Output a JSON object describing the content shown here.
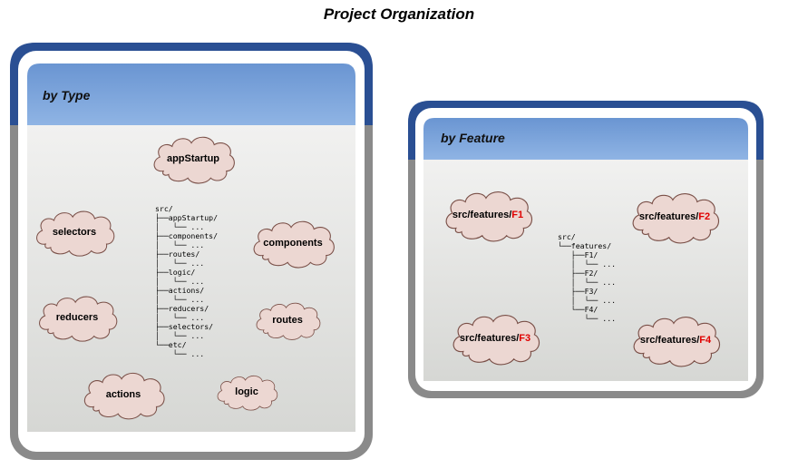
{
  "title": "Project Organization",
  "colors": {
    "frame_gray": "#8a8a8a",
    "header_blue": "#2a4f93",
    "header_light": "#86ade0",
    "content_bg": "#e4e5e3",
    "cloud_fill": "#ecd7d2",
    "cloud_stroke": "#7a5048",
    "highlight": "#e00000"
  },
  "by_type": {
    "heading": "by Type",
    "clouds": {
      "appStartup": "appStartup",
      "selectors": "selectors",
      "components": "components",
      "reducers": "reducers",
      "routes": "routes",
      "actions": "actions",
      "logic": "logic"
    },
    "tree": "src/\n├──appStartup/\n│   └── ...\n├──components/\n│   └── ...\n├──routes/\n│   └── ...\n├──logic/\n│   └── ...\n├──actions/\n│   └── ...\n├──reducers/\n│   └── ...\n├──selectors/\n│   └── ...\n└──etc/\n    └── ..."
  },
  "by_feature": {
    "heading": "by Feature",
    "cloud_prefix": "src/features/",
    "features": [
      "F1",
      "F2",
      "F3",
      "F4"
    ],
    "tree": "src/\n└──features/\n   ├──F1/\n   │  └── ...\n   ├──F2/\n   │  └── ...\n   ├──F3/\n   │  └── ...\n   └──F4/\n      └── ..."
  }
}
